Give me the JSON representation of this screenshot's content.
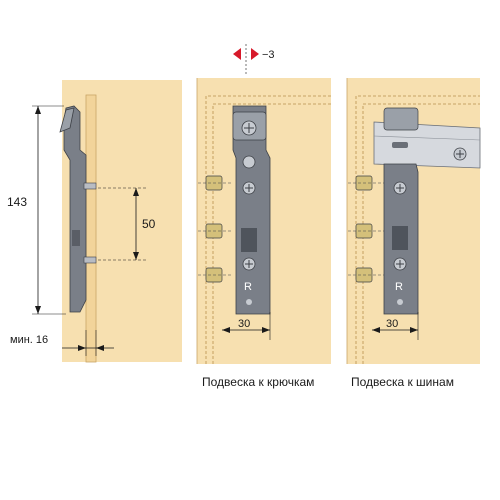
{
  "dimensions": {
    "height": "143",
    "hole_spacing": "50",
    "min_thickness": "мин. 16",
    "width_left": "30",
    "width_right": "30",
    "adjust": "−3"
  },
  "cabinet_letter": "R",
  "captions": {
    "hooks": "Подвеска к крючкам",
    "rails": "Подвеска к шинам"
  },
  "colors": {
    "wood": "#f7e0b0",
    "wood_edge": "#e9c98d",
    "bracket": "#7a7f88",
    "bracket_dark": "#4f545c",
    "rail": "#d6d9de",
    "adjust_arrow": "#d7192a"
  }
}
